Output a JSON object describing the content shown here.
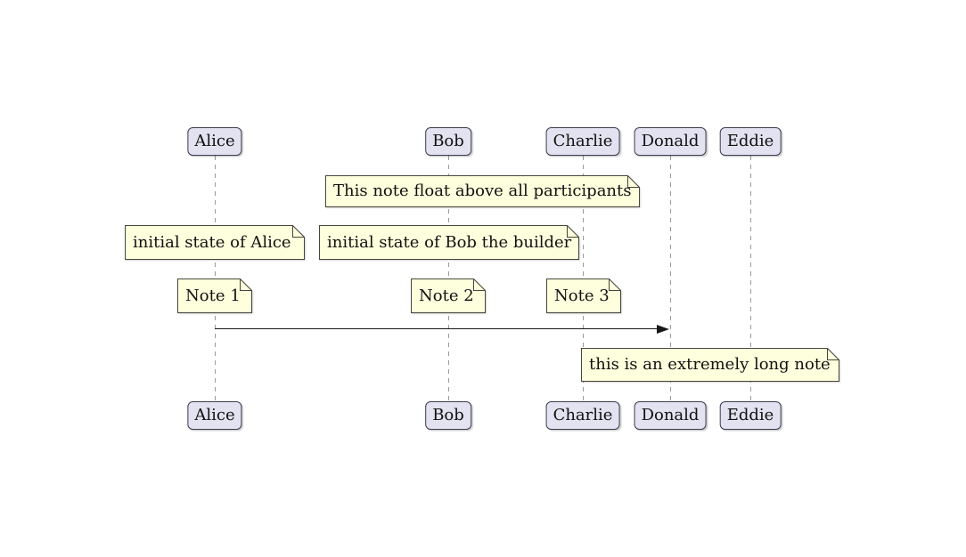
{
  "participants": [
    {
      "name": "Alice"
    },
    {
      "name": "Bob"
    },
    {
      "name": "Charlie"
    },
    {
      "name": "Donald"
    },
    {
      "name": "Eddie"
    }
  ],
  "notes": [
    {
      "id": "floating-note",
      "text": "This note float above all participants"
    },
    {
      "id": "alice-initial-note",
      "text": "initial state of Alice"
    },
    {
      "id": "bob-initial-note",
      "text": "initial state of Bob the builder"
    },
    {
      "id": "note-1",
      "text": "Note 1"
    },
    {
      "id": "note-2",
      "text": "Note 2"
    },
    {
      "id": "note-3",
      "text": "Note 3"
    },
    {
      "id": "long-note",
      "text": "this is an extremely long note"
    }
  ],
  "message": {
    "from": "Alice",
    "to": "Donald"
  },
  "colors": {
    "note_fill": "#FEFFDD",
    "note_border": "#46463c",
    "participant_fill": "#E2E2F0",
    "participant_border": "#3b3b4f",
    "lifeline": "#999999",
    "arrow": "#181818",
    "text": "#111111"
  }
}
